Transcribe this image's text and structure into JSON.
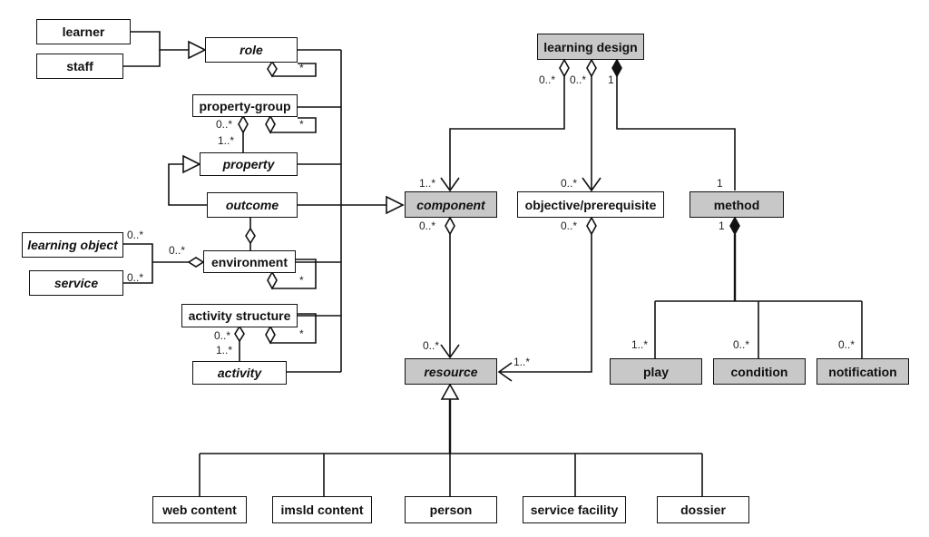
{
  "nodes": {
    "learner": "learner",
    "staff": "staff",
    "role": "role",
    "property_group": "property-group",
    "property": "property",
    "outcome": "outcome",
    "learning_object": "learning object",
    "service": "service",
    "environment": "environment",
    "activity_structure": "activity structure",
    "activity": "activity",
    "learning_design": "learning design",
    "component": "component",
    "objective_prerequisite": "objective/prerequisite",
    "method": "method",
    "resource": "resource",
    "play": "play",
    "condition": "condition",
    "notification": "notification",
    "web_content": "web content",
    "imsld_content": "imsld content",
    "person": "person",
    "service_facility": "service facility",
    "dossier": "dossier"
  },
  "multiplicities": {
    "role_self": "*",
    "pg_parent": "0..*",
    "pg_child": "1..*",
    "pg_self": "*",
    "env_lo": "0..*",
    "env_service": "0..*",
    "env_member": "0..*",
    "env_self": "*",
    "as_parent": "0..*",
    "as_child": "1..*",
    "as_self": "*",
    "ld_comp": "0..*",
    "ld_obj": "0..*",
    "ld_method": "1",
    "component_end": "1..*",
    "objective_end": "0..*",
    "method_end": "1",
    "component_res_src": "0..*",
    "resource_end": "0..*",
    "objective_res_src": "0..*",
    "objective_res_end": "1..*",
    "method_children": "1",
    "play": "1..*",
    "condition": "0..*",
    "notification": "0..*"
  }
}
